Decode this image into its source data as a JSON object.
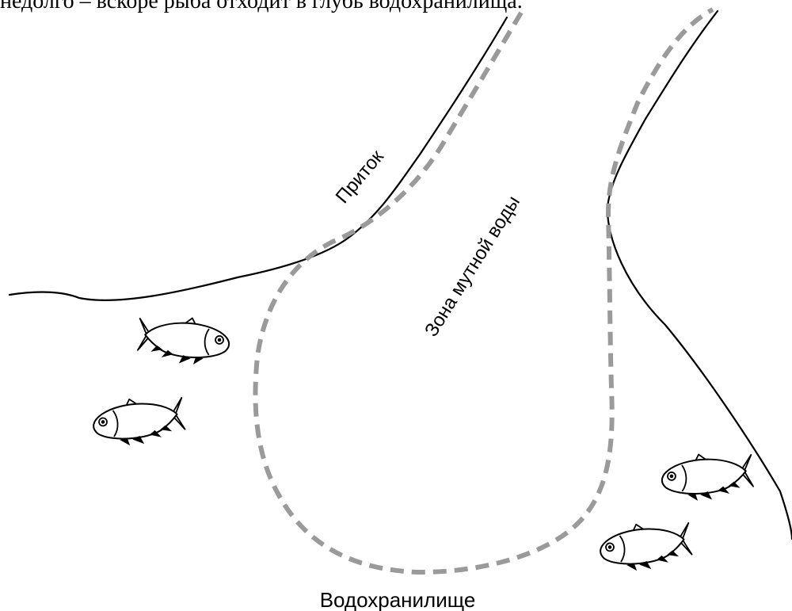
{
  "header": {
    "caption_fragment": "недолго – вскоре рыба отходит в глубь водохранилища."
  },
  "labels": {
    "tributary": "Приток",
    "murky_zone": "Зона мутной воды",
    "reservoir": "Водохранилище"
  },
  "colors": {
    "shoreline": "#000000",
    "murky_boundary": "#9a9a9a",
    "background": "#ffffff"
  },
  "fish": [
    {
      "name": "fish-1",
      "facing": "right"
    },
    {
      "name": "fish-2",
      "facing": "left"
    },
    {
      "name": "fish-3",
      "facing": "left"
    },
    {
      "name": "fish-4",
      "facing": "left"
    }
  ]
}
